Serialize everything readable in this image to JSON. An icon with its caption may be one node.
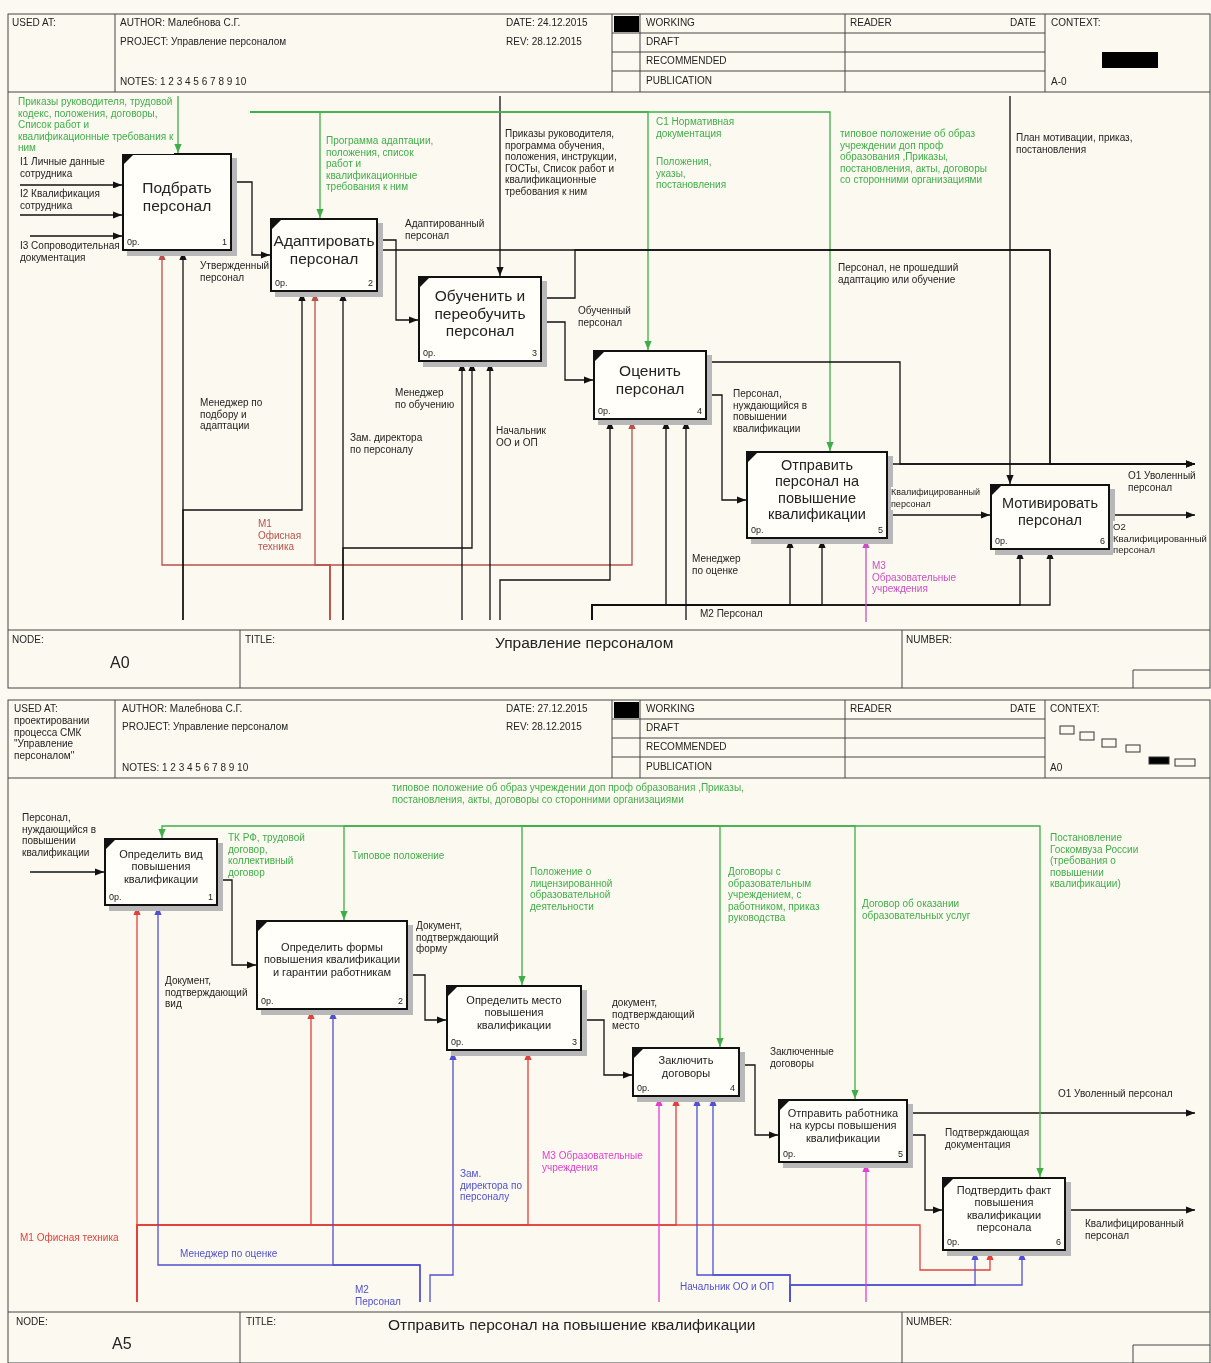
{
  "diagram": {
    "nodes": [
      {
        "text": [
          "Подбрать персонал",
          "0р.",
          "1"
        ]
      },
      {
        "text": [
          "Адаптировать персонал",
          "0р.",
          "2"
        ]
      },
      {
        "text": [
          "Обученить и переобучить персонал",
          "0р.",
          "3"
        ]
      },
      {
        "text": [
          "Оценить персонал",
          "0р.",
          "4"
        ]
      },
      {
        "text": [
          "Отправить персонал на повышение квалификации",
          "0р.",
          "5"
        ]
      },
      {
        "text": [
          "Мотивировать персонал",
          "0р.",
          "6"
        ]
      },
      {
        "text": [
          "Определить вид повышения квалификации",
          "0р.",
          "1"
        ]
      },
      {
        "text": [
          "Определить формы повышения квалификации и гарантии работникам",
          "0р.",
          "2"
        ]
      },
      {
        "text": [
          "Определить место повышения квалификации",
          "0р.",
          "3"
        ]
      },
      {
        "text": [
          "Заключить договоры",
          "0р.",
          "4"
        ]
      },
      {
        "text": [
          "Отправить работника на курсы повышения квалификации",
          "0р.",
          "5"
        ]
      },
      {
        "text": [
          "Подтвердить факт повышения квалификации персонала",
          "0р.",
          "6"
        ]
      }
    ],
    "edges": [
      {
        "from": null,
        "to": 0,
        "arrow": "to",
        "label": "I1 Личные данные сотрудника"
      },
      {
        "from": null,
        "to": 0,
        "arrow": "to",
        "label": "I2 Квалификация сотрудника"
      },
      {
        "from": null,
        "to": 0,
        "arrow": "to",
        "label": "I3 Сопроводительная документация"
      },
      {
        "from": null,
        "to": 0,
        "arrow": "to",
        "label": "Приказы руководителя, трудовой кодекс, положения, договоры, Список работ и квалификационные требования к ним",
        "color": "#3fae49"
      },
      {
        "from": null,
        "to": 1,
        "arrow": "to",
        "label": "Программа адаптации, положения, список работ и квалификационные требования к ним",
        "color": "#3fae49"
      },
      {
        "from": null,
        "to": 2,
        "arrow": "to",
        "label": "Приказы руководителя, программа обучения, положения, инструкции, ГОСТы, Список работ и квалификационные требования к ним"
      },
      {
        "from": null,
        "to": 3,
        "arrow": "to",
        "label": "Положения, указы, постановления",
        "color": "#3fae49"
      },
      {
        "from": null,
        "to": 4,
        "arrow": "to",
        "label": "типовое положение об образ учреждении доп проф образования ,Приказы, постановления, акты, договоры со сторонними организациями",
        "color": "#3fae49"
      },
      {
        "from": null,
        "to": 5,
        "arrow": "to",
        "label": "План мотивации, приказ, постановления"
      },
      {
        "from": 0,
        "to": 1,
        "arrow": "to",
        "label": "Утвержденный персонал"
      },
      {
        "from": 1,
        "to": 2,
        "arrow": "to",
        "label": "Адаптированный персонал"
      },
      {
        "from": 1,
        "to": null,
        "arrow": "to",
        "label": "Персонал, не прошедший адаптацию или обучение"
      },
      {
        "from": 2,
        "to": null,
        "arrow": "to"
      },
      {
        "from": 2,
        "to": 3,
        "arrow": "to",
        "label": "Обученный персонал"
      },
      {
        "from": 3,
        "to": null,
        "arrow": "to"
      },
      {
        "from": 3,
        "to": 4,
        "arrow": "to",
        "label": "Персонал, нуждающийся в повышении квалификации"
      },
      {
        "from": 4,
        "to": null,
        "arrow": "to",
        "label": "O1 Уволенный персонал"
      },
      {
        "from": 4,
        "to": 5,
        "arrow": "to",
        "label": "Квалифицированный персонал"
      },
      {
        "from": 5,
        "to": null,
        "arrow": "to",
        "label": "O2 Квалифицированный персонал"
      },
      {
        "from": null,
        "to": 0,
        "arrow": "to",
        "label": "M1 Офисная техника",
        "color": "#b9504c"
      },
      {
        "from": null,
        "to": 1,
        "arrow": "to",
        "color": "#b9504c"
      },
      {
        "from": null,
        "to": 3,
        "arrow": "to",
        "color": "#b9504c"
      },
      {
        "from": null,
        "to": 0,
        "arrow": "to",
        "label": "Менеджер по подбору и адаптации"
      },
      {
        "from": null,
        "to": 1,
        "arrow": "to"
      },
      {
        "from": null,
        "to": 1,
        "arrow": "to",
        "label": "Зам. директора по персоналу"
      },
      {
        "from": null,
        "to": 2,
        "arrow": "to"
      },
      {
        "from": null,
        "to": 2,
        "arrow": "to",
        "label": "Менеджер по обучению"
      },
      {
        "from": null,
        "to": 2,
        "arrow": "to",
        "label": "Начальник ОО и ОП"
      },
      {
        "from": null,
        "to": 3,
        "arrow": "to"
      },
      {
        "from": null,
        "to": 3,
        "arrow": "to",
        "label": "Менеджер по оценке"
      },
      {
        "from": null,
        "to": 3,
        "arrow": "to"
      },
      {
        "from": null,
        "to": 4,
        "arrow": "to",
        "label": "M2 Персонал"
      },
      {
        "from": null,
        "to": 4,
        "arrow": "to"
      },
      {
        "from": null,
        "to": 5,
        "arrow": "to"
      },
      {
        "from": null,
        "to": 5,
        "arrow": "to"
      },
      {
        "from": null,
        "to": 4,
        "arrow": "to",
        "label": "M3 Образовательные учреждения",
        "color": "#c94fc4"
      },
      {
        "from": null,
        "to": 6,
        "arrow": "to",
        "label": "Персонал, нуждающийся в повышении квалификации"
      },
      {
        "from": 6,
        "to": 7,
        "arrow": "to",
        "label": "Документ, подтверждающий вид"
      },
      {
        "from": 7,
        "to": 8,
        "arrow": "to",
        "label": "Документ, подтверждающий форму"
      },
      {
        "from": 8,
        "to": 9,
        "arrow": "to",
        "label": "документ, подтверждающий место"
      },
      {
        "from": 9,
        "to": 10,
        "arrow": "to",
        "label": "Заключенные договоры"
      },
      {
        "from": 10,
        "to": null,
        "arrow": "to",
        "label": "O1 Уволенный персонал"
      },
      {
        "from": 10,
        "to": 11,
        "arrow": "to",
        "label": "Подтверждающая документация"
      },
      {
        "from": 11,
        "to": null,
        "arrow": "to",
        "label": "Квалифицированный персонал"
      },
      {
        "from": null,
        "to": 6,
        "arrow": "to",
        "label": "ТК РФ, трудовой договор, коллективный договор",
        "color": "#3fae49"
      },
      {
        "from": null,
        "to": 7,
        "arrow": "to",
        "label": "Типовое положение",
        "color": "#3fae49"
      },
      {
        "from": null,
        "to": 8,
        "arrow": "to",
        "label": "Положение о лицензированной образовательной деятельности",
        "color": "#3fae49"
      },
      {
        "from": null,
        "to": 9,
        "arrow": "to",
        "label": "Договоры с образовательным учреждением, с работником, приказ руководства",
        "color": "#3fae49"
      },
      {
        "from": null,
        "to": 10,
        "arrow": "to",
        "label": "Договор об оказании образовательных услуг",
        "color": "#3fae49"
      },
      {
        "from": null,
        "to": 11,
        "arrow": "to",
        "label": "Постановление Госкомвуза России (требования о повышении квалификации)",
        "color": "#3fae49"
      },
      {
        "from": null,
        "to": 6,
        "arrow": "to",
        "label": "M1 Офисная техника",
        "color": "#e0413c"
      },
      {
        "from": null,
        "to": 7,
        "arrow": "to",
        "color": "#e0413c"
      },
      {
        "from": null,
        "to": 8,
        "arrow": "to",
        "color": "#e0413c"
      },
      {
        "from": null,
        "to": 9,
        "arrow": "to",
        "color": "#e0413c"
      },
      {
        "from": null,
        "to": 11,
        "arrow": "to",
        "color": "#e0413c"
      },
      {
        "from": null,
        "to": 6,
        "arrow": "to",
        "label": "Менеджер по оценке",
        "color": "#5050d0"
      },
      {
        "from": null,
        "to": 7,
        "arrow": "to",
        "label": "M2 Персонал",
        "color": "#5050d0"
      },
      {
        "from": null,
        "to": 8,
        "arrow": "to",
        "label": "Зам. директора по персоналу",
        "color": "#5050d0"
      },
      {
        "from": null,
        "to": 9,
        "arrow": "to",
        "label": "Начальник ОО и ОП",
        "color": "#5050d0"
      },
      {
        "from": null,
        "to": 9,
        "arrow": "to",
        "color": "#5050d0"
      },
      {
        "from": null,
        "to": 11,
        "arrow": "to",
        "color": "#5050d0"
      },
      {
        "from": null,
        "to": 11,
        "arrow": "to",
        "color": "#5050d0"
      },
      {
        "from": null,
        "to": 9,
        "arrow": "to",
        "label": "M3 Образовательные учреждения",
        "color": "#e040d0"
      },
      {
        "from": null,
        "to": 10,
        "arrow": "to",
        "color": "#e040d0"
      }
    ],
    "labels": [
      "USED AT:",
      "AUTHOR: Малебнова С.Г.",
      "DATE: 24.12.2015",
      "WORKING",
      "READER",
      "DATE",
      "CONTEXT:",
      "PROJECT: Управление персоналом",
      "REV: 28.12.2015",
      "DRAFT",
      "RECOMMENDED",
      "NOTES: 1 2 3 4 5 6 7 8 9 10",
      "PUBLICATION",
      "A-0",
      "C1 Нормативная документация",
      "NODE:",
      "A0",
      "TITLE:",
      "Управление персоналом",
      "NUMBER:",
      "USED AT:",
      "проектировании процесса СМК \"Управление персоналом\"",
      "AUTHOR: Малебнова С.Г.",
      "DATE: 27.12.2015",
      "WORKING",
      "READER",
      "DATE",
      "CONTEXT:",
      "PROJECT: Управление персоналом",
      "REV: 28.12.2015",
      "DRAFT",
      "RECOMMENDED",
      "NOTES: 1 2 3 4 5 6 7 8 9 10",
      "PUBLICATION",
      "A0",
      "типовое положение об образ учреждении доп проф образования ,Приказы, постановления, акты, договоры со сторонними организациями",
      "NODE:",
      "A5",
      "TITLE:",
      "Отправить персонал на повышение квалификации",
      "NUMBER:"
    ]
  }
}
